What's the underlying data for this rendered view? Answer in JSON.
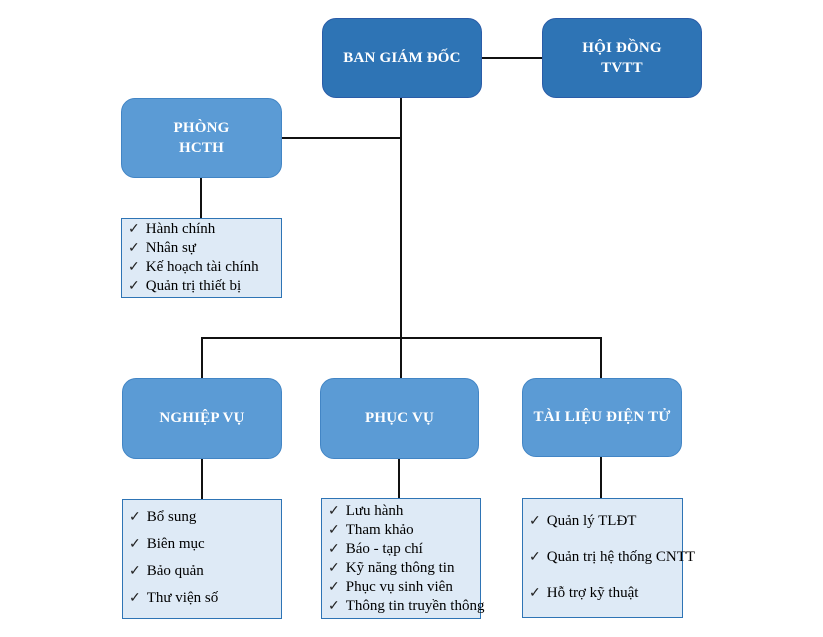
{
  "diagram": {
    "type": "org-chart",
    "checkmark": "✓",
    "colors": {
      "node_dark_fill": "#2E74B5",
      "node_dark_border": "#2A5CA8",
      "node_light_fill": "#5B9BD5",
      "node_light_border": "#4285C5",
      "list_fill": "#DEEAF6",
      "list_border": "#2E74B5",
      "connector": "#111111",
      "node_text": "#FFFFFF",
      "list_text": "#000000"
    },
    "nodes": {
      "ban_giam_doc": {
        "label": "BAN GIÁM ĐỐC"
      },
      "hoi_dong_tvtt": {
        "line1": "HỘI ĐỒNG",
        "line2": "TVTT"
      },
      "phong_hcth": {
        "line1": "PHÒNG",
        "line2": "HCTH"
      },
      "nghiep_vu": {
        "label": "NGHIỆP VỤ"
      },
      "phuc_vu": {
        "label": "PHỤC VỤ"
      },
      "tai_lieu_dien_tu": {
        "label": "TÀI LIỆU ĐIỆN TỬ"
      }
    },
    "lists": {
      "phong_hcth": [
        "Hành chính",
        "Nhân sự",
        "Kế hoạch tài chính",
        "Quản trị thiết bị"
      ],
      "nghiep_vu": [
        "Bổ sung",
        "Biên mục",
        "Bảo quản",
        "Thư viện số"
      ],
      "phuc_vu": [
        "Lưu hành",
        "Tham khảo",
        "Báo - tạp chí",
        "Kỹ năng thông tin",
        "Phục vụ sinh viên",
        "Thông tin truyền thông"
      ],
      "tai_lieu_dien_tu": [
        "Quản lý TLĐT",
        "Quản trị hệ thống CNTT",
        "Hỗ trợ kỹ thuật"
      ]
    },
    "edges": [
      {
        "from": "ban_giam_doc",
        "to": "hoi_dong_tvtt"
      },
      {
        "from": "ban_giam_doc",
        "to": "phong_hcth"
      },
      {
        "from": "phong_hcth",
        "to": "phong_hcth_list"
      },
      {
        "from": "ban_giam_doc",
        "to": "nghiep_vu"
      },
      {
        "from": "ban_giam_doc",
        "to": "phuc_vu"
      },
      {
        "from": "ban_giam_doc",
        "to": "tai_lieu_dien_tu"
      },
      {
        "from": "nghiep_vu",
        "to": "nghiep_vu_list"
      },
      {
        "from": "phuc_vu",
        "to": "phuc_vu_list"
      },
      {
        "from": "tai_lieu_dien_tu",
        "to": "tai_lieu_dien_tu_list"
      }
    ]
  }
}
